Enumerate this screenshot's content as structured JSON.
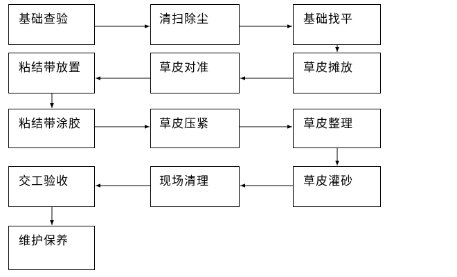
{
  "steps": {
    "s1": "基础查验",
    "s2": "清扫除尘",
    "s3": "基础找平",
    "s4": "粘结带放置",
    "s5": "草皮对准",
    "s6": "草皮摊放",
    "s7": "粘结带涂胶",
    "s8": "草皮压紧",
    "s9": "草皮整理",
    "s10": "交工验收",
    "s11": "现场清理",
    "s12": "草皮灌砂",
    "s13": "维护保养"
  },
  "flow_order": [
    "s1",
    "s2",
    "s3",
    "s6",
    "s5",
    "s4",
    "s7",
    "s8",
    "s9",
    "s12",
    "s11",
    "s10",
    "s13"
  ],
  "colors": {
    "line": "#000000",
    "text": "#000000",
    "background": "#ffffff"
  }
}
